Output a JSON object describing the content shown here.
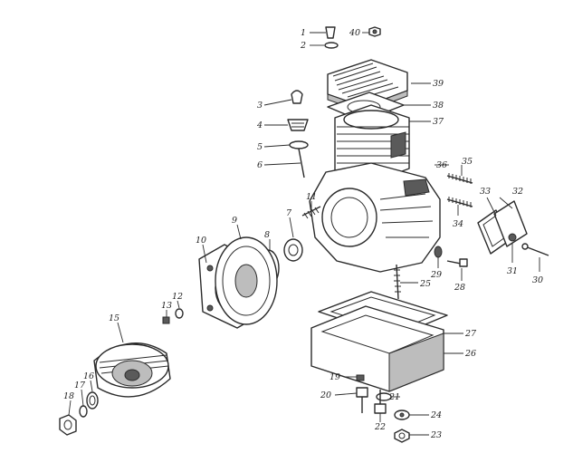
{
  "callouts": [
    {
      "id": "1",
      "label": "1"
    },
    {
      "id": "2",
      "label": "2"
    },
    {
      "id": "3",
      "label": "3"
    },
    {
      "id": "4",
      "label": "4"
    },
    {
      "id": "5",
      "label": "5"
    },
    {
      "id": "6",
      "label": "6"
    },
    {
      "id": "7",
      "label": "7"
    },
    {
      "id": "8",
      "label": "8"
    },
    {
      "id": "9",
      "label": "9"
    },
    {
      "id": "10",
      "label": "10"
    },
    {
      "id": "11",
      "label": "11"
    },
    {
      "id": "12",
      "label": "12"
    },
    {
      "id": "13",
      "label": "13"
    },
    {
      "id": "15",
      "label": "15"
    },
    {
      "id": "16",
      "label": "16"
    },
    {
      "id": "17",
      "label": "17"
    },
    {
      "id": "18",
      "label": "18"
    },
    {
      "id": "19",
      "label": "19"
    },
    {
      "id": "20",
      "label": "20"
    },
    {
      "id": "21",
      "label": "21"
    },
    {
      "id": "22",
      "label": "22"
    },
    {
      "id": "23",
      "label": "23"
    },
    {
      "id": "24",
      "label": "24"
    },
    {
      "id": "25",
      "label": "25"
    },
    {
      "id": "26",
      "label": "26"
    },
    {
      "id": "27",
      "label": "27"
    },
    {
      "id": "28",
      "label": "28"
    },
    {
      "id": "29",
      "label": "29"
    },
    {
      "id": "30",
      "label": "30"
    },
    {
      "id": "31",
      "label": "31"
    },
    {
      "id": "32",
      "label": "32"
    },
    {
      "id": "33",
      "label": "33"
    },
    {
      "id": "34",
      "label": "34"
    },
    {
      "id": "35",
      "label": "35"
    },
    {
      "id": "36",
      "label": "36"
    },
    {
      "id": "37",
      "label": "37"
    },
    {
      "id": "38",
      "label": "38"
    },
    {
      "id": "39",
      "label": "39"
    },
    {
      "id": "40",
      "label": "40"
    }
  ]
}
